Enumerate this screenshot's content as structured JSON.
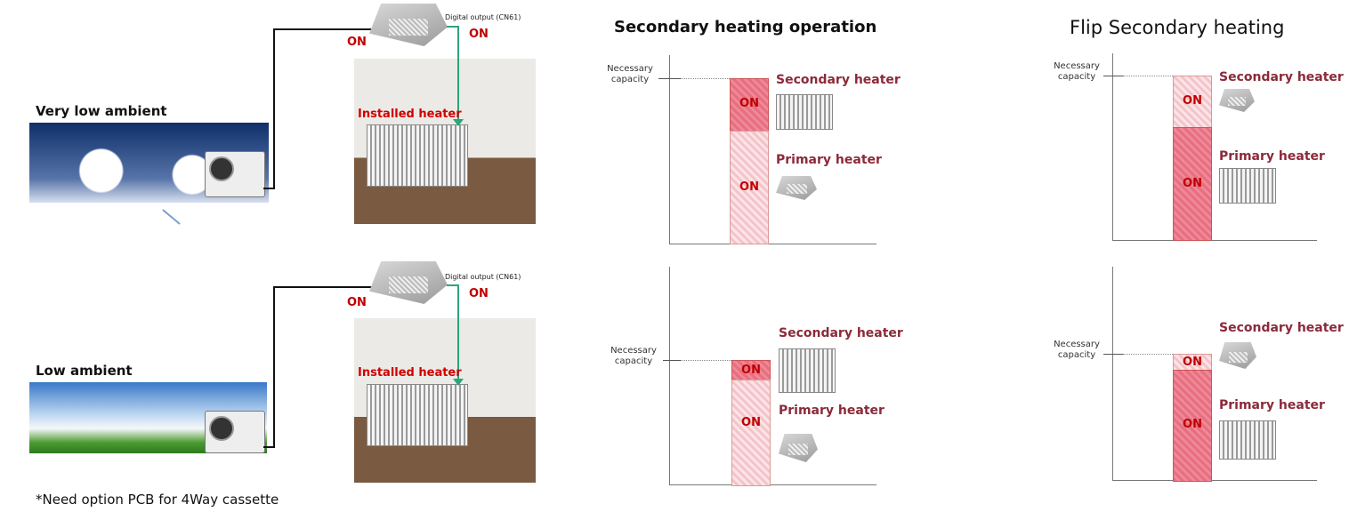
{
  "scenarios": [
    {
      "ambient": "Very low ambient",
      "digital_output": "Digital output (CN61)",
      "on_left": "ON",
      "on_right": "ON",
      "installed_heater": "Installed heater"
    },
    {
      "ambient": "Low ambient",
      "digital_output": "Digital output (CN61)",
      "on_right": "ON",
      "on_left": "ON",
      "installed_heater": "Installed heater"
    }
  ],
  "footnote": "*Need option PCB for 4Way cassette",
  "secondary": {
    "title": "Secondary heating operation",
    "charts": [
      {
        "necessary": "Necessary capacity",
        "secondary_label": "Secondary heater",
        "primary_label": "Primary heater",
        "top_on": "ON",
        "bottom_on": "ON"
      },
      {
        "necessary": "Necessary capacity",
        "secondary_label": "Secondary heater",
        "primary_label": "Primary heater",
        "top_on": "ON",
        "bottom_on": "ON"
      }
    ]
  },
  "flip": {
    "title": "Flip Secondary heating",
    "charts": [
      {
        "necessary": "Necessary capacity",
        "secondary_label": "Secondary heater",
        "primary_label": "Primary heater",
        "top_on": "ON",
        "bottom_on": "ON"
      },
      {
        "necessary": "Necessary capacity",
        "secondary_label": "Secondary heater",
        "primary_label": "Primary heater",
        "top_on": "ON",
        "bottom_on": "ON"
      }
    ]
  }
}
